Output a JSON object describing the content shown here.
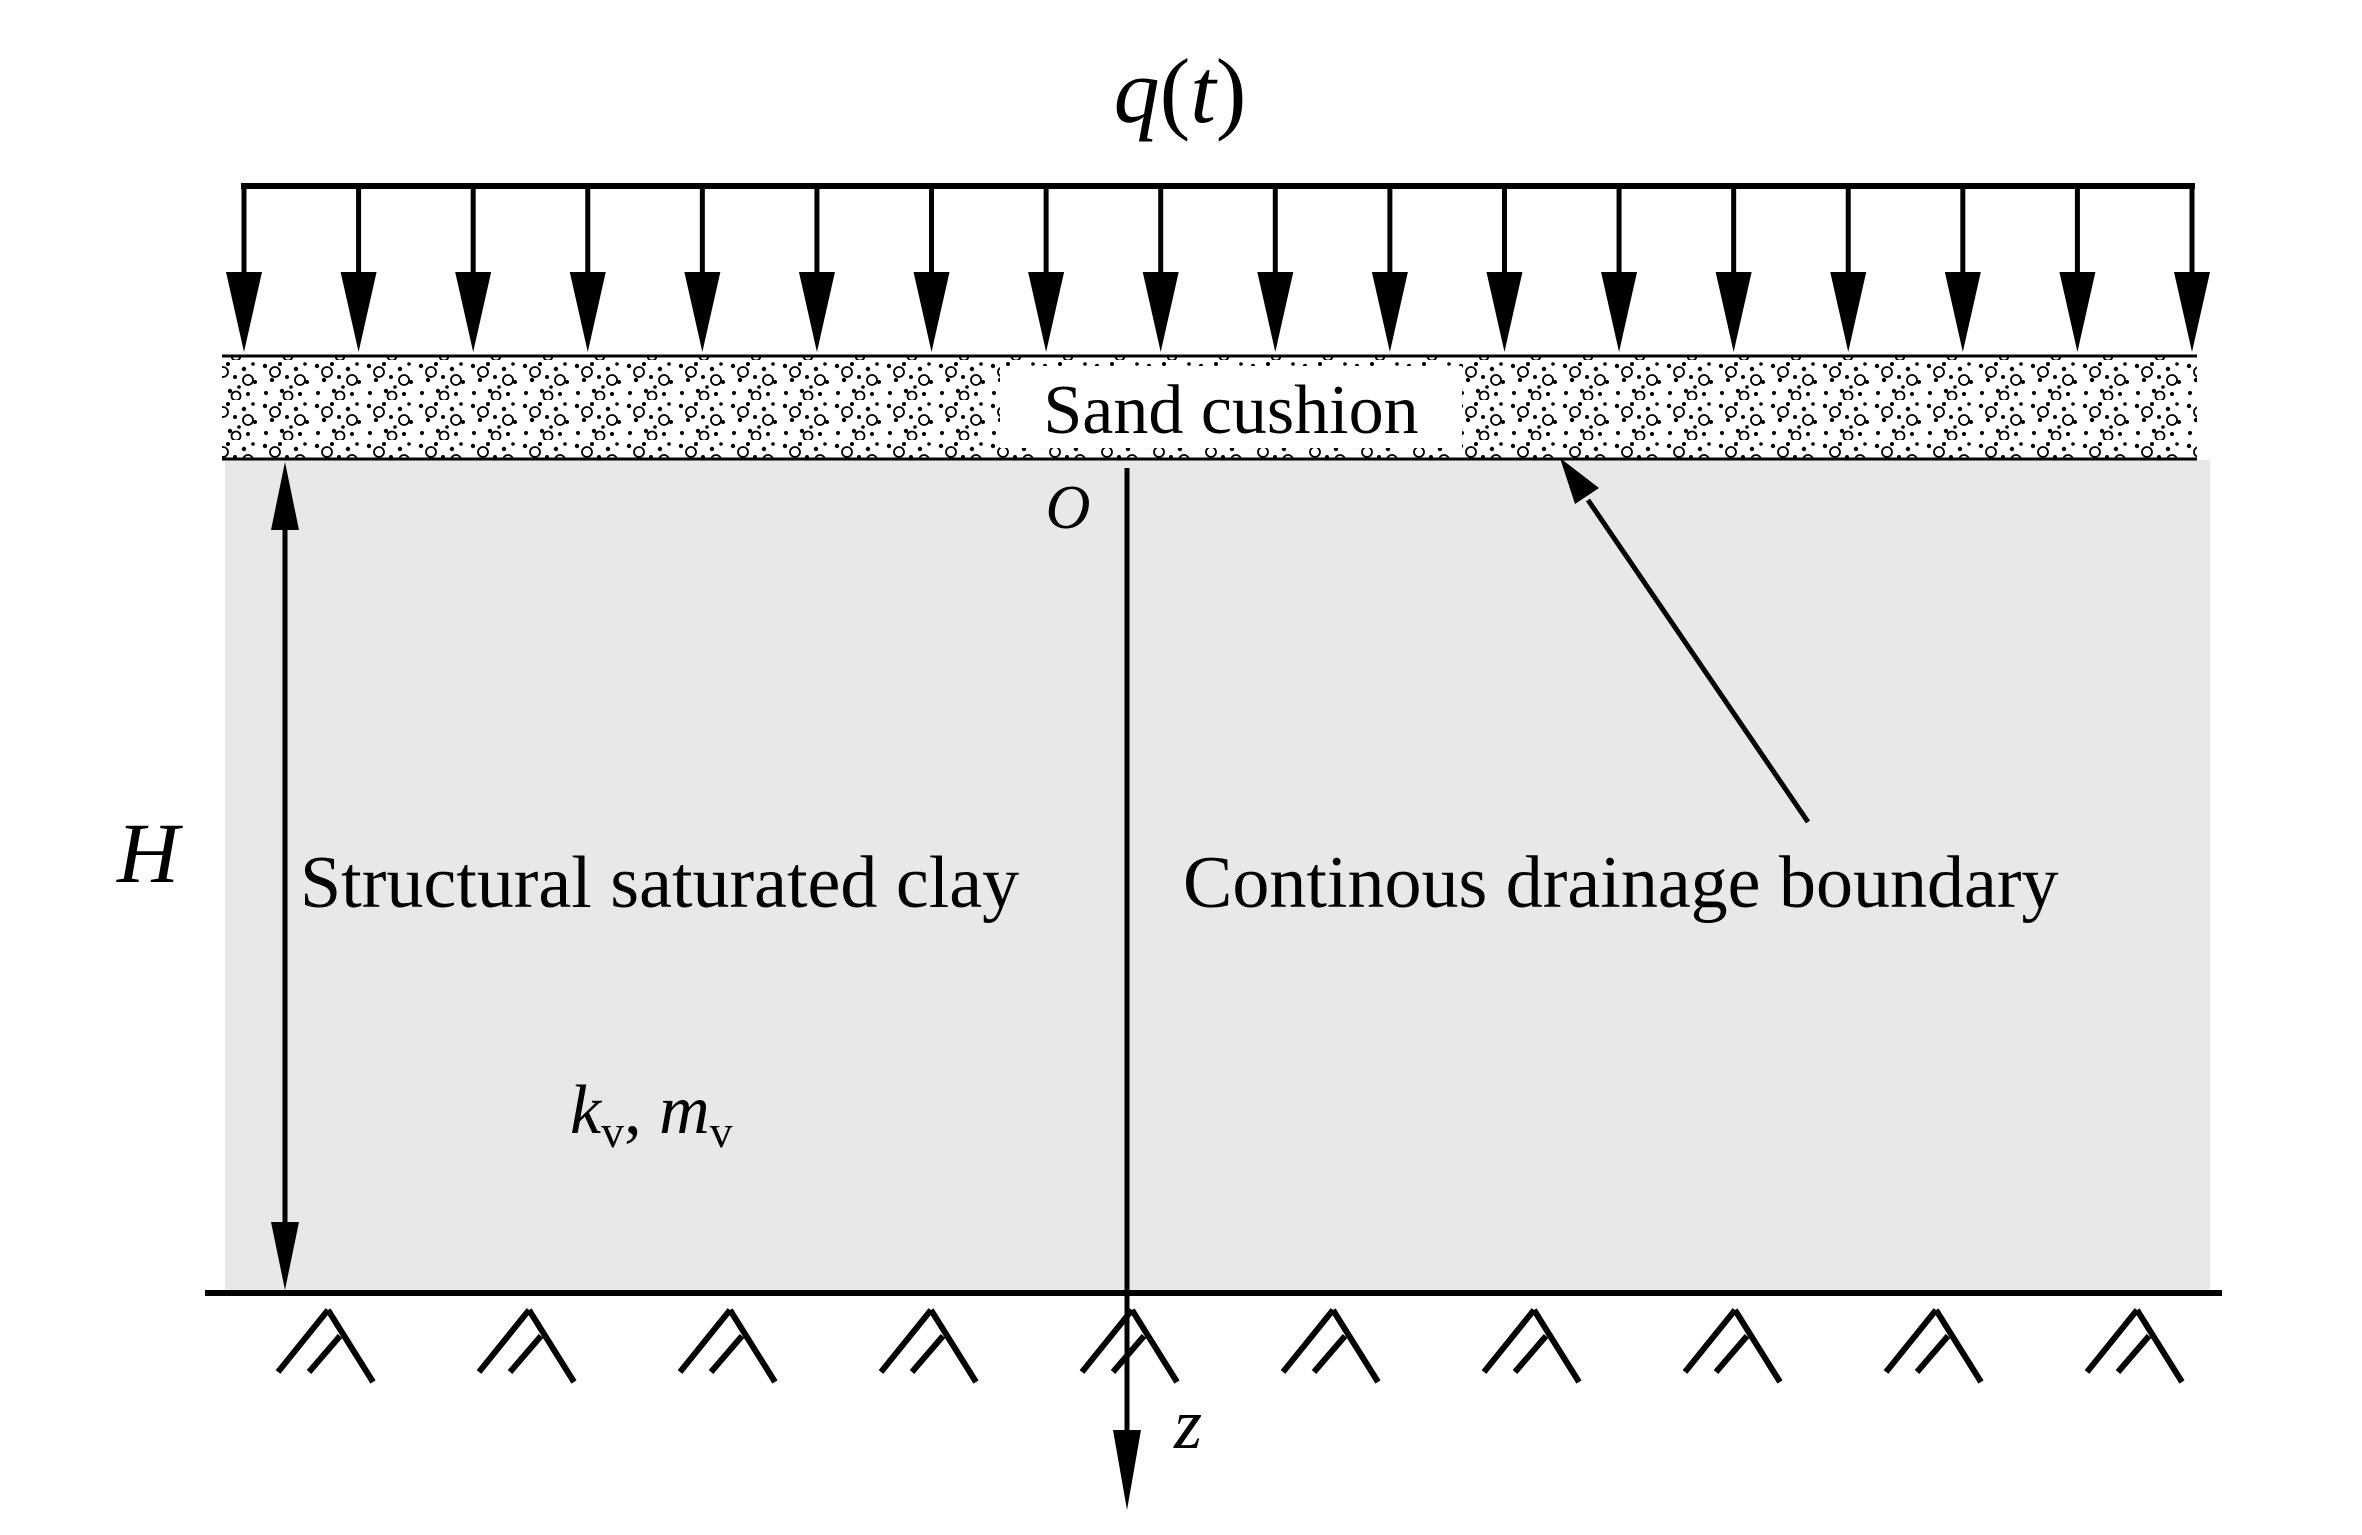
{
  "load_label": {
    "q": "q",
    "open": "(",
    "t": "t",
    "close": ")"
  },
  "sand_layer_label": "Sand cushion",
  "origin_label": "O",
  "depth_axis_label": "z",
  "thickness_label": "H",
  "clay_label": "Structural saturated clay",
  "drainage_label": "Continous drainage boundary",
  "params_label": {
    "k": "k",
    "k_sub": "v",
    "sep": ", ",
    "m": "m",
    "m_sub": "v"
  },
  "colors": {
    "clay_fill": "#e8e8e8",
    "stroke": "#000000",
    "background": "#ffffff"
  },
  "load_arrow_count": 18,
  "support_hatch_count": 10
}
